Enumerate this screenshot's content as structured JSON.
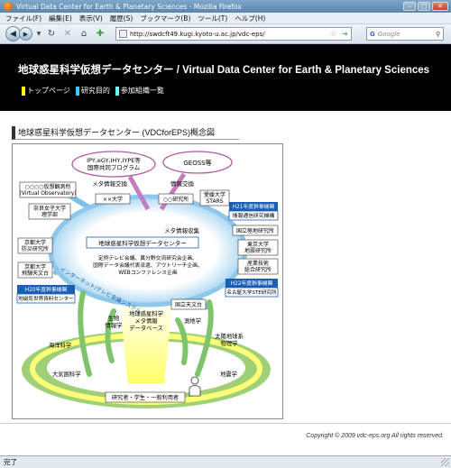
{
  "window": {
    "title": "Virtual Data Center for Earth & Planetary Sciences - Mozilla Firefox"
  },
  "menu": [
    "ファイル(F)",
    "編集(E)",
    "表示(V)",
    "履歴(S)",
    "ブックマーク(B)",
    "ツール(T)",
    "ヘルプ(H)"
  ],
  "toolbar": {
    "url": "http://swdcft49.kugi.kyoto-u.ac.jp/vdc-eps/",
    "search_placeholder": "Google",
    "search_engine": "G"
  },
  "site": {
    "title": "地球惑星科学仮想データセンター / Virtual Data Center for Earth & Planetary Sciences",
    "nav": [
      {
        "label": "トップページ",
        "color": "#ffff00"
      },
      {
        "label": "研究目的",
        "color": "#33ccff"
      },
      {
        "label": "参加組織一覧",
        "color": "#66ffee"
      }
    ]
  },
  "page": {
    "heading": "地球惑星科学仮想データセンター (VDCforEPS)概念図",
    "copyright": "Copyright © 2009 vdc-eps.org All rights reserved."
  },
  "diagram": {
    "top_left_oval": "IPY,eGY,IHY,IYPE等\n国際共同プログラム",
    "top_right_oval": "GEOSS等",
    "exchange_left": "メタ情報交換",
    "exchange_right": "情報交換",
    "boxes": {
      "virtual_obs": "○○○○仮想観測所\n(Virtual Observatory)",
      "univ": "××大学",
      "lab": "○○研究所",
      "ehime": "愛媛大学\nSTARS",
      "nara": "奈良女子大学\n理学部",
      "h21": "H21年度幹事機関",
      "nict": "情報通信研究機構",
      "aist": "国立極地研究所",
      "tokyo": "東京大学\n地震研究所",
      "aist2": "産業技術\n総合研究所",
      "h22": "H22年度幹事機関",
      "nagoya": "名古屋大学STE研究所",
      "kyoto_dpri": "京都大学\n防災研究所",
      "kyoto_hida": "京都大学\n飛騨天文台",
      "h20": "H20年度幹事機関",
      "kyoto_geo": "地磁気世界資料センター",
      "naoj": "国立天文台"
    },
    "center_box": "地球惑星科学仮想データセンター",
    "meta_collect": "メタ情報収集",
    "activities": "定例テレビ会議、異分野交流研究会企画、\n国際データ会議代表派遣、アウトリーチ企画、\nWEBコンファレンス企画",
    "ring_label": "インターネット/テレビ会議システム",
    "db": "地球惑星科学\nメタ情報\nデータベース",
    "fields": {
      "bio": "生物\n情報学",
      "geodesy": "測地学",
      "ocean": "海洋科学",
      "solar": "太陽地球系\n物理学",
      "atmos": "大気圏科学",
      "seis": "地震学"
    },
    "users": "研究者・学生・一般利用者"
  },
  "status": "完了",
  "colors": {
    "header_bg": "#000000",
    "halo": "#8ec7ea",
    "spoke": "#7fc0e6",
    "ring_yellow": "#ffff66",
    "ring_green": "#88c56a",
    "agency_blue": "#1a5fb4",
    "oval_border": "#b05aa0"
  }
}
